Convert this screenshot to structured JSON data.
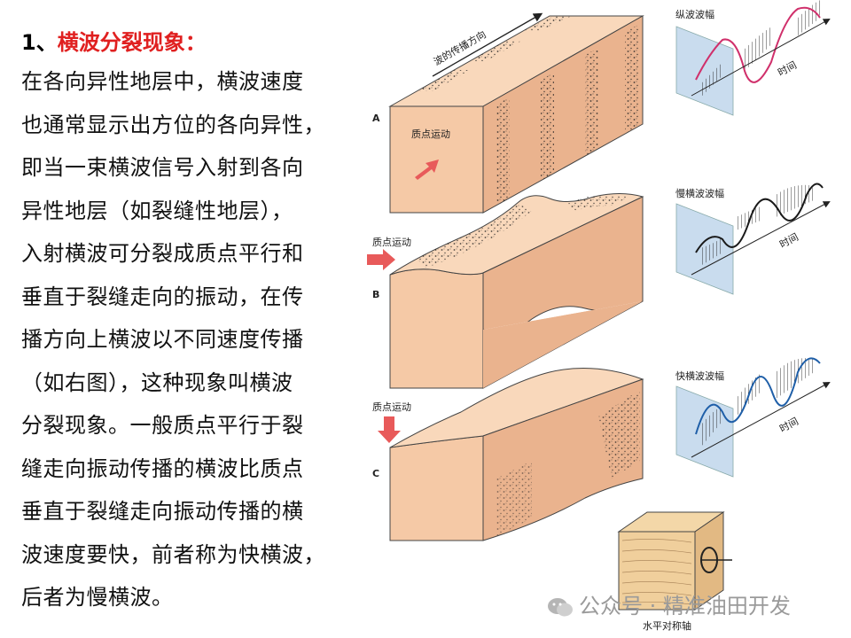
{
  "heading": {
    "number": "1、",
    "title": "横波分裂现象："
  },
  "paragraph": [
    "在各向异性地层中，横波速度",
    "也通常显示出方位的各向异性，",
    "即当一束横波信号入射到各向",
    "异性地层（如裂缝性地层），",
    "入射横波可分裂成质点平行和",
    "垂直于裂缝走向的振动，在传",
    "播方向上横波以不同速度传播",
    "（如右图），这种现象叫横波",
    "分裂现象。一般质点平行于裂",
    "缝走向振动传播的横波比质点",
    "垂直于裂缝走向振动传播的横",
    "波速度要快，前者称为快横波，",
    "后者为慢横波。"
  ],
  "figure": {
    "propagation_label": "波的传播方向",
    "panels": [
      {
        "letter": "A",
        "particle_label": "质点运动",
        "amplitude_label": "纵波波幅",
        "time_label": "时间",
        "color": "#d0306b"
      },
      {
        "letter": "B",
        "particle_label": "质点运动",
        "amplitude_label": "慢横波波幅",
        "time_label": "时间",
        "color": "#1a1a1a"
      },
      {
        "letter": "C",
        "particle_label": "质点运动",
        "amplitude_label": "快横波波幅",
        "time_label": "时间",
        "color": "#1f5fa8"
      }
    ],
    "cube_label": "水平对称轴",
    "colors": {
      "block_front": "#f5c9a6",
      "block_top": "#f9d8bb",
      "block_side": "#eab38e",
      "arrow": "#e85a5a",
      "plane": "#c9dcee"
    }
  },
  "watermark": "公众号 · 精准油田开发"
}
